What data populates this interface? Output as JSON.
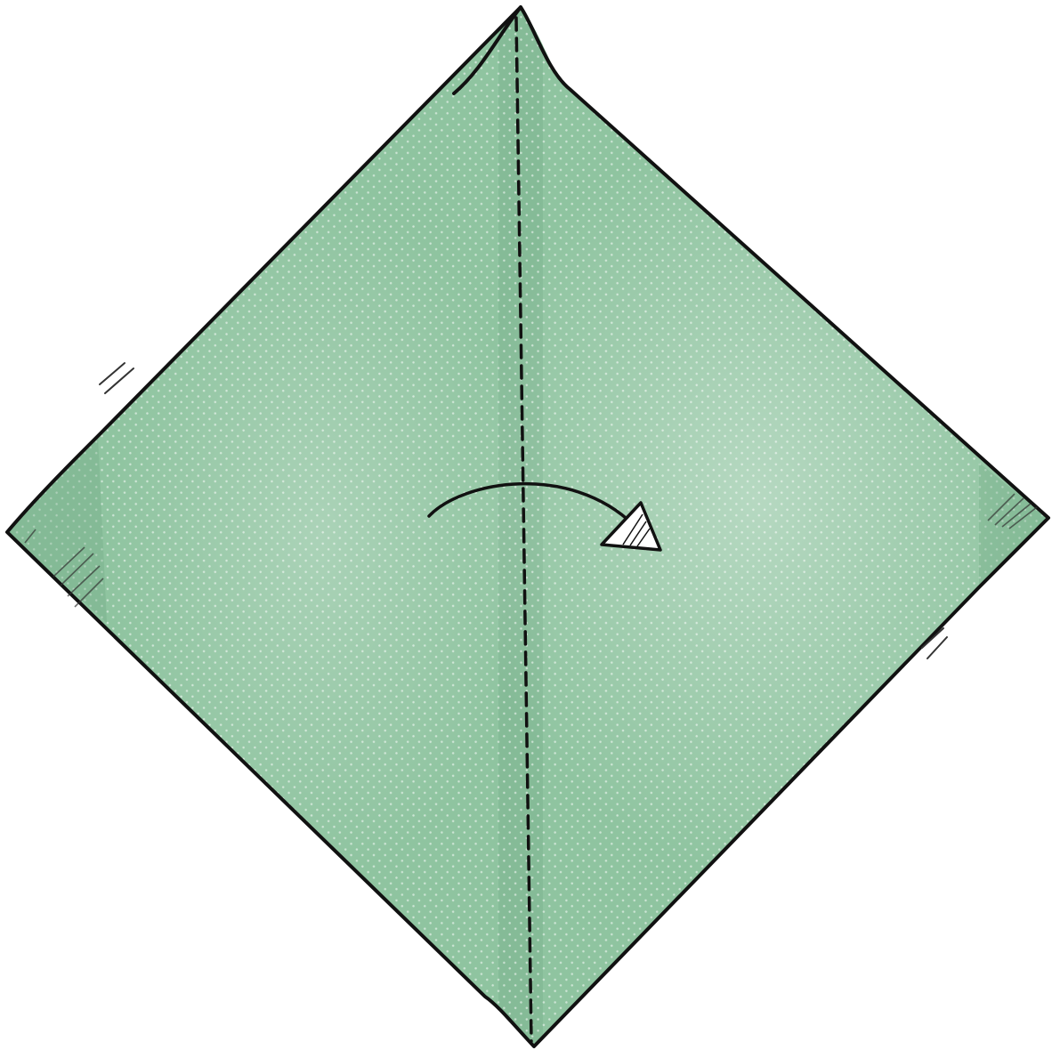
{
  "diagram": {
    "kind": "origami-fold-step",
    "paper": {
      "shape": "square-rotated-as-diamond",
      "color": "#8fc4a0",
      "shadow_color": "#7fb892",
      "highlight_color": "#a9d4b5",
      "texture": "halftone-dots",
      "outline_color": "#111111"
    },
    "fold_line": {
      "style": "valley-fold-dashed",
      "orientation": "vertical",
      "position": "center"
    },
    "fold_arrow": {
      "direction": "left-to-right",
      "icon": "curved-fold-arrow-icon",
      "head_fill": "#ffffff"
    },
    "motion_marks": {
      "icon": "motion-tick-icon",
      "count": 2
    }
  }
}
